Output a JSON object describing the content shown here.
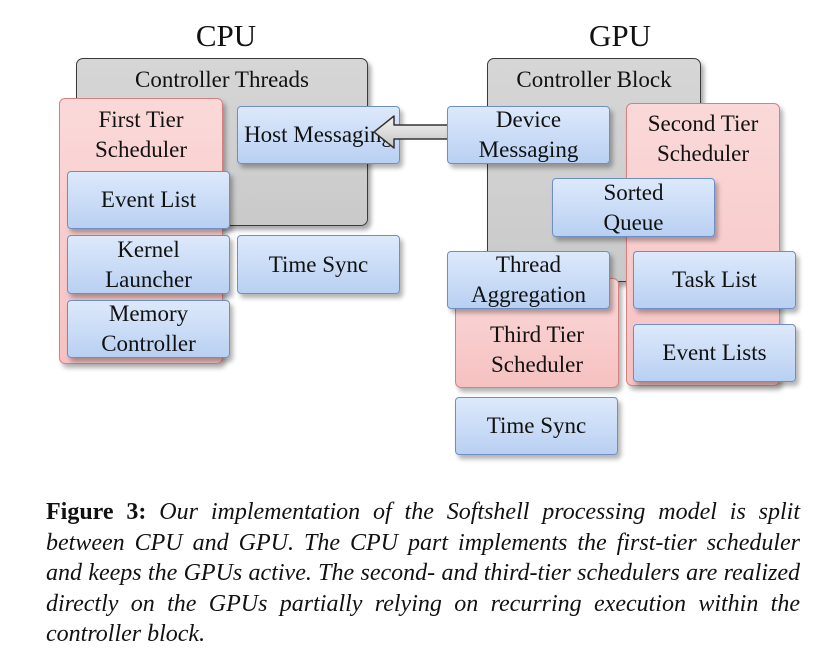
{
  "headings": {
    "cpu": "CPU",
    "gpu": "GPU"
  },
  "cpu": {
    "controller_threads": "Controller Threads",
    "first_tier_scheduler": "First Tier Scheduler",
    "host_messaging": "Host Messaging",
    "event_list": "Event List",
    "kernel_launcher": "Kernel Launcher",
    "time_sync": "Time Sync",
    "memory_controller": "Memory Controller"
  },
  "gpu": {
    "controller_block": "Controller Block",
    "device_messaging": "Device Messaging",
    "second_tier_scheduler": "Second Tier Scheduler",
    "sorted_queue": "Sorted Queue",
    "thread_aggregation": "Thread Aggregation",
    "task_list": "Task List",
    "third_tier_scheduler": "Third Tier Scheduler",
    "event_lists": "Event Lists",
    "time_sync": "Time Sync"
  },
  "colors": {
    "cpu_container": "#d0d0d0",
    "scheduler": "#f6c1c1",
    "component": "#c5d8f5"
  },
  "caption": {
    "label": "Figure 3:",
    "text": "Our implementation of the Softshell processing model is split between CPU and GPU. The CPU part implements the first-tier scheduler and keeps the GPUs active. The second- and third-tier schedulers are realized directly on the GPUs partially relying on recurring execution within the controller block."
  }
}
